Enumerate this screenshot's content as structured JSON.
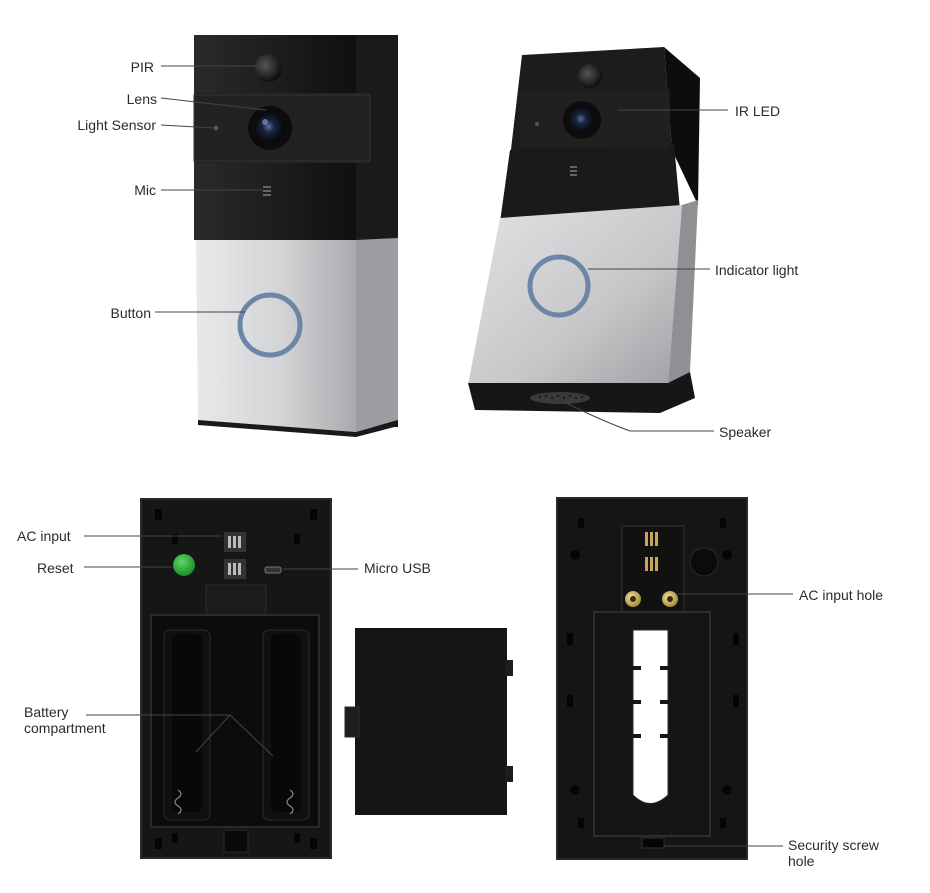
{
  "labels": {
    "pir": "PIR",
    "lens": "Lens",
    "light_sensor": "Light Sensor",
    "mic": "Mic",
    "button": "Button",
    "ir_led": "IR LED",
    "indicator_light": "Indicator light",
    "speaker": "Speaker",
    "ac_input": "AC input",
    "reset": "Reset",
    "micro_usb": "Micro USB",
    "battery_compartment": "Battery\ncompartment",
    "ac_input_hole": "AC input hole",
    "security_screw_hole": "Security screw\nhole"
  },
  "colors": {
    "front_black": "#1c1c1c",
    "silver": "#c9cacc",
    "ring": "#6d86a8",
    "back_plate": "#161616",
    "reset_button": "#22a532",
    "label_text": "#2b2b2b",
    "leader_line": "#444444"
  }
}
